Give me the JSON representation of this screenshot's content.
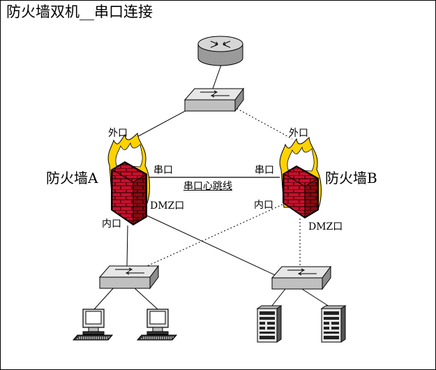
{
  "title": "防火墙双机__串口连接",
  "firewall_a": {
    "name": "防火墙A",
    "outer_label": "外口",
    "serial_label": "串口",
    "dmz_label": "DMZ口",
    "inner_label": "内口"
  },
  "firewall_b": {
    "name": "防火墙B",
    "outer_label": "外口",
    "serial_label": "串口",
    "dmz_label": "DMZ口",
    "inner_label": "内口"
  },
  "heartbeat_label": "串口心跳线",
  "colors": {
    "brick": "#c8102e",
    "brick_shadow": "#7a0a10",
    "flame_outer": "#ffd200",
    "flame_inner": "#ffffff",
    "device_gray": "#c8c8c8"
  },
  "icons": [
    "router-icon",
    "switch-icon",
    "firewall-icon",
    "computer-icon",
    "server-icon"
  ]
}
